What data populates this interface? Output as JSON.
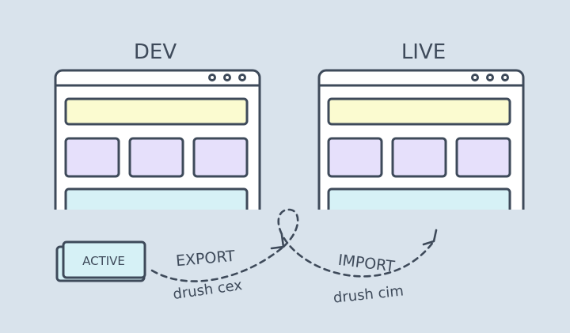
{
  "environments": {
    "dev": {
      "label": "DEV"
    },
    "live": {
      "label": "LIVE"
    }
  },
  "badge": {
    "label": "ACTIVE"
  },
  "flows": {
    "export": {
      "label": "EXPORT",
      "command": "drush cex"
    },
    "import": {
      "label": "IMPORT",
      "command": "drush cim"
    }
  },
  "colors": {
    "background": "#d9e3ec",
    "outline": "#3e4a5a",
    "window": "#ffffff",
    "header_block": "#fbfbd0",
    "content_block": "#e6e0fb",
    "footer_block": "#d6f1f6",
    "badge_fill": "#d6f1f6"
  },
  "icons": [
    "window-control-dots-icon",
    "dashed-arrow-icon"
  ]
}
